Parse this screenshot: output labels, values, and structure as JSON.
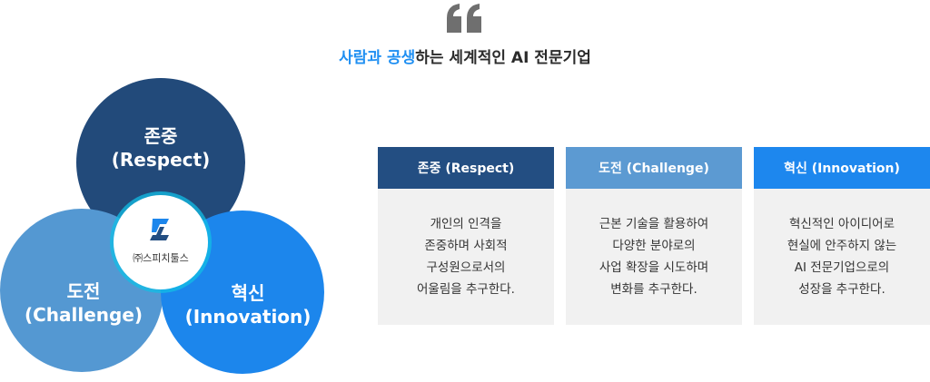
{
  "header": {
    "headline_accent": "사람과 공생",
    "headline_rest": "하는 세계적인 AI 전문기업"
  },
  "venn": {
    "respect_label": "존중\n(Respect)",
    "challenge_label": "도전\n(Challenge)",
    "innovation_label": "혁신\n(Innovation)",
    "center_logo_text": "㈜스피치툴스"
  },
  "cards": [
    {
      "title": "존중 (Respect)",
      "body": "개인의 인격을\n존중하며 사회적\n구성원으로서의\n어울림을 추구한다."
    },
    {
      "title": "도전 (Challenge)",
      "body": "근본 기술을 활용하여\n다양한 분야로의\n사업 확장을 시도하며\n변화를 추구한다."
    },
    {
      "title": "혁신 (Innovation)",
      "body": "혁신적인 아이디어로\n현실에 안주하지 않는\nAI 전문기업으로의\n성장을 추구한다."
    }
  ],
  "colors": {
    "accent": "#1f8ff2",
    "respect": "#224a7a",
    "challenge": "#5498d2",
    "innovation": "#1c86ec",
    "quote_mark": "#6f6f6f",
    "card_body_bg": "#f1f1f1"
  }
}
